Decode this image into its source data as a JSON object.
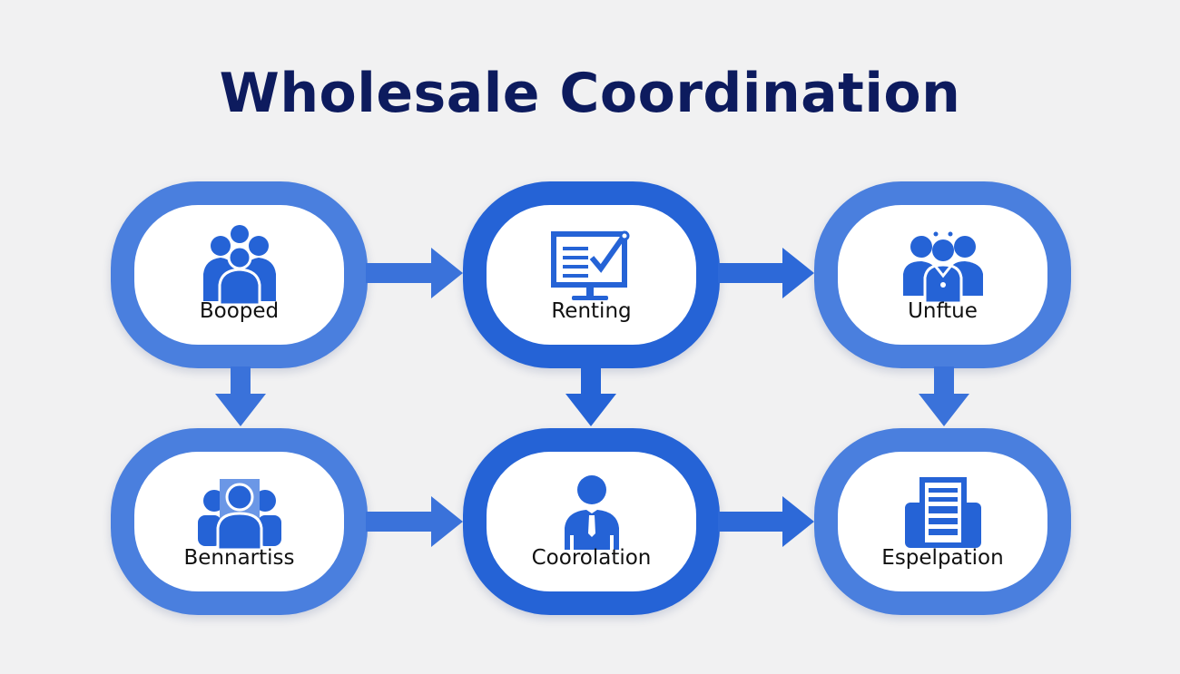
{
  "title": "Wholesale Coordination",
  "colors": {
    "title": "#0d1b5e",
    "node_border": "#4a7fde",
    "node_border_emphasis": "#2563d6",
    "icon": "#2563d6",
    "arrow": "#3a72da",
    "background": "#f1f1f2"
  },
  "nodes": [
    {
      "id": "n1",
      "label": "Booped",
      "icon": "team-group-icon",
      "row": 1,
      "col": 1
    },
    {
      "id": "n2",
      "label": "Renting",
      "icon": "monitor-checklist-icon",
      "row": 1,
      "col": 2
    },
    {
      "id": "n3",
      "label": "Unftue",
      "icon": "team-leader-icon",
      "row": 1,
      "col": 3
    },
    {
      "id": "n4",
      "label": "Bennartiss",
      "icon": "profile-group-icon",
      "row": 2,
      "col": 1
    },
    {
      "id": "n5",
      "label": "Coorolation",
      "icon": "businessman-icon",
      "row": 2,
      "col": 2
    },
    {
      "id": "n6",
      "label": "Espelpation",
      "icon": "document-tray-icon",
      "row": 2,
      "col": 3
    }
  ],
  "edges": [
    {
      "from": "Booped",
      "to": "Renting",
      "direction": "right"
    },
    {
      "from": "Renting",
      "to": "Unftue",
      "direction": "right"
    },
    {
      "from": "Booped",
      "to": "Bennartiss",
      "direction": "down"
    },
    {
      "from": "Renting",
      "to": "Coorolation",
      "direction": "down"
    },
    {
      "from": "Unftue",
      "to": "Espelpation",
      "direction": "down"
    },
    {
      "from": "Bennartiss",
      "to": "Coorolation",
      "direction": "right"
    },
    {
      "from": "Coorolation",
      "to": "Espelpation",
      "direction": "right"
    }
  ]
}
